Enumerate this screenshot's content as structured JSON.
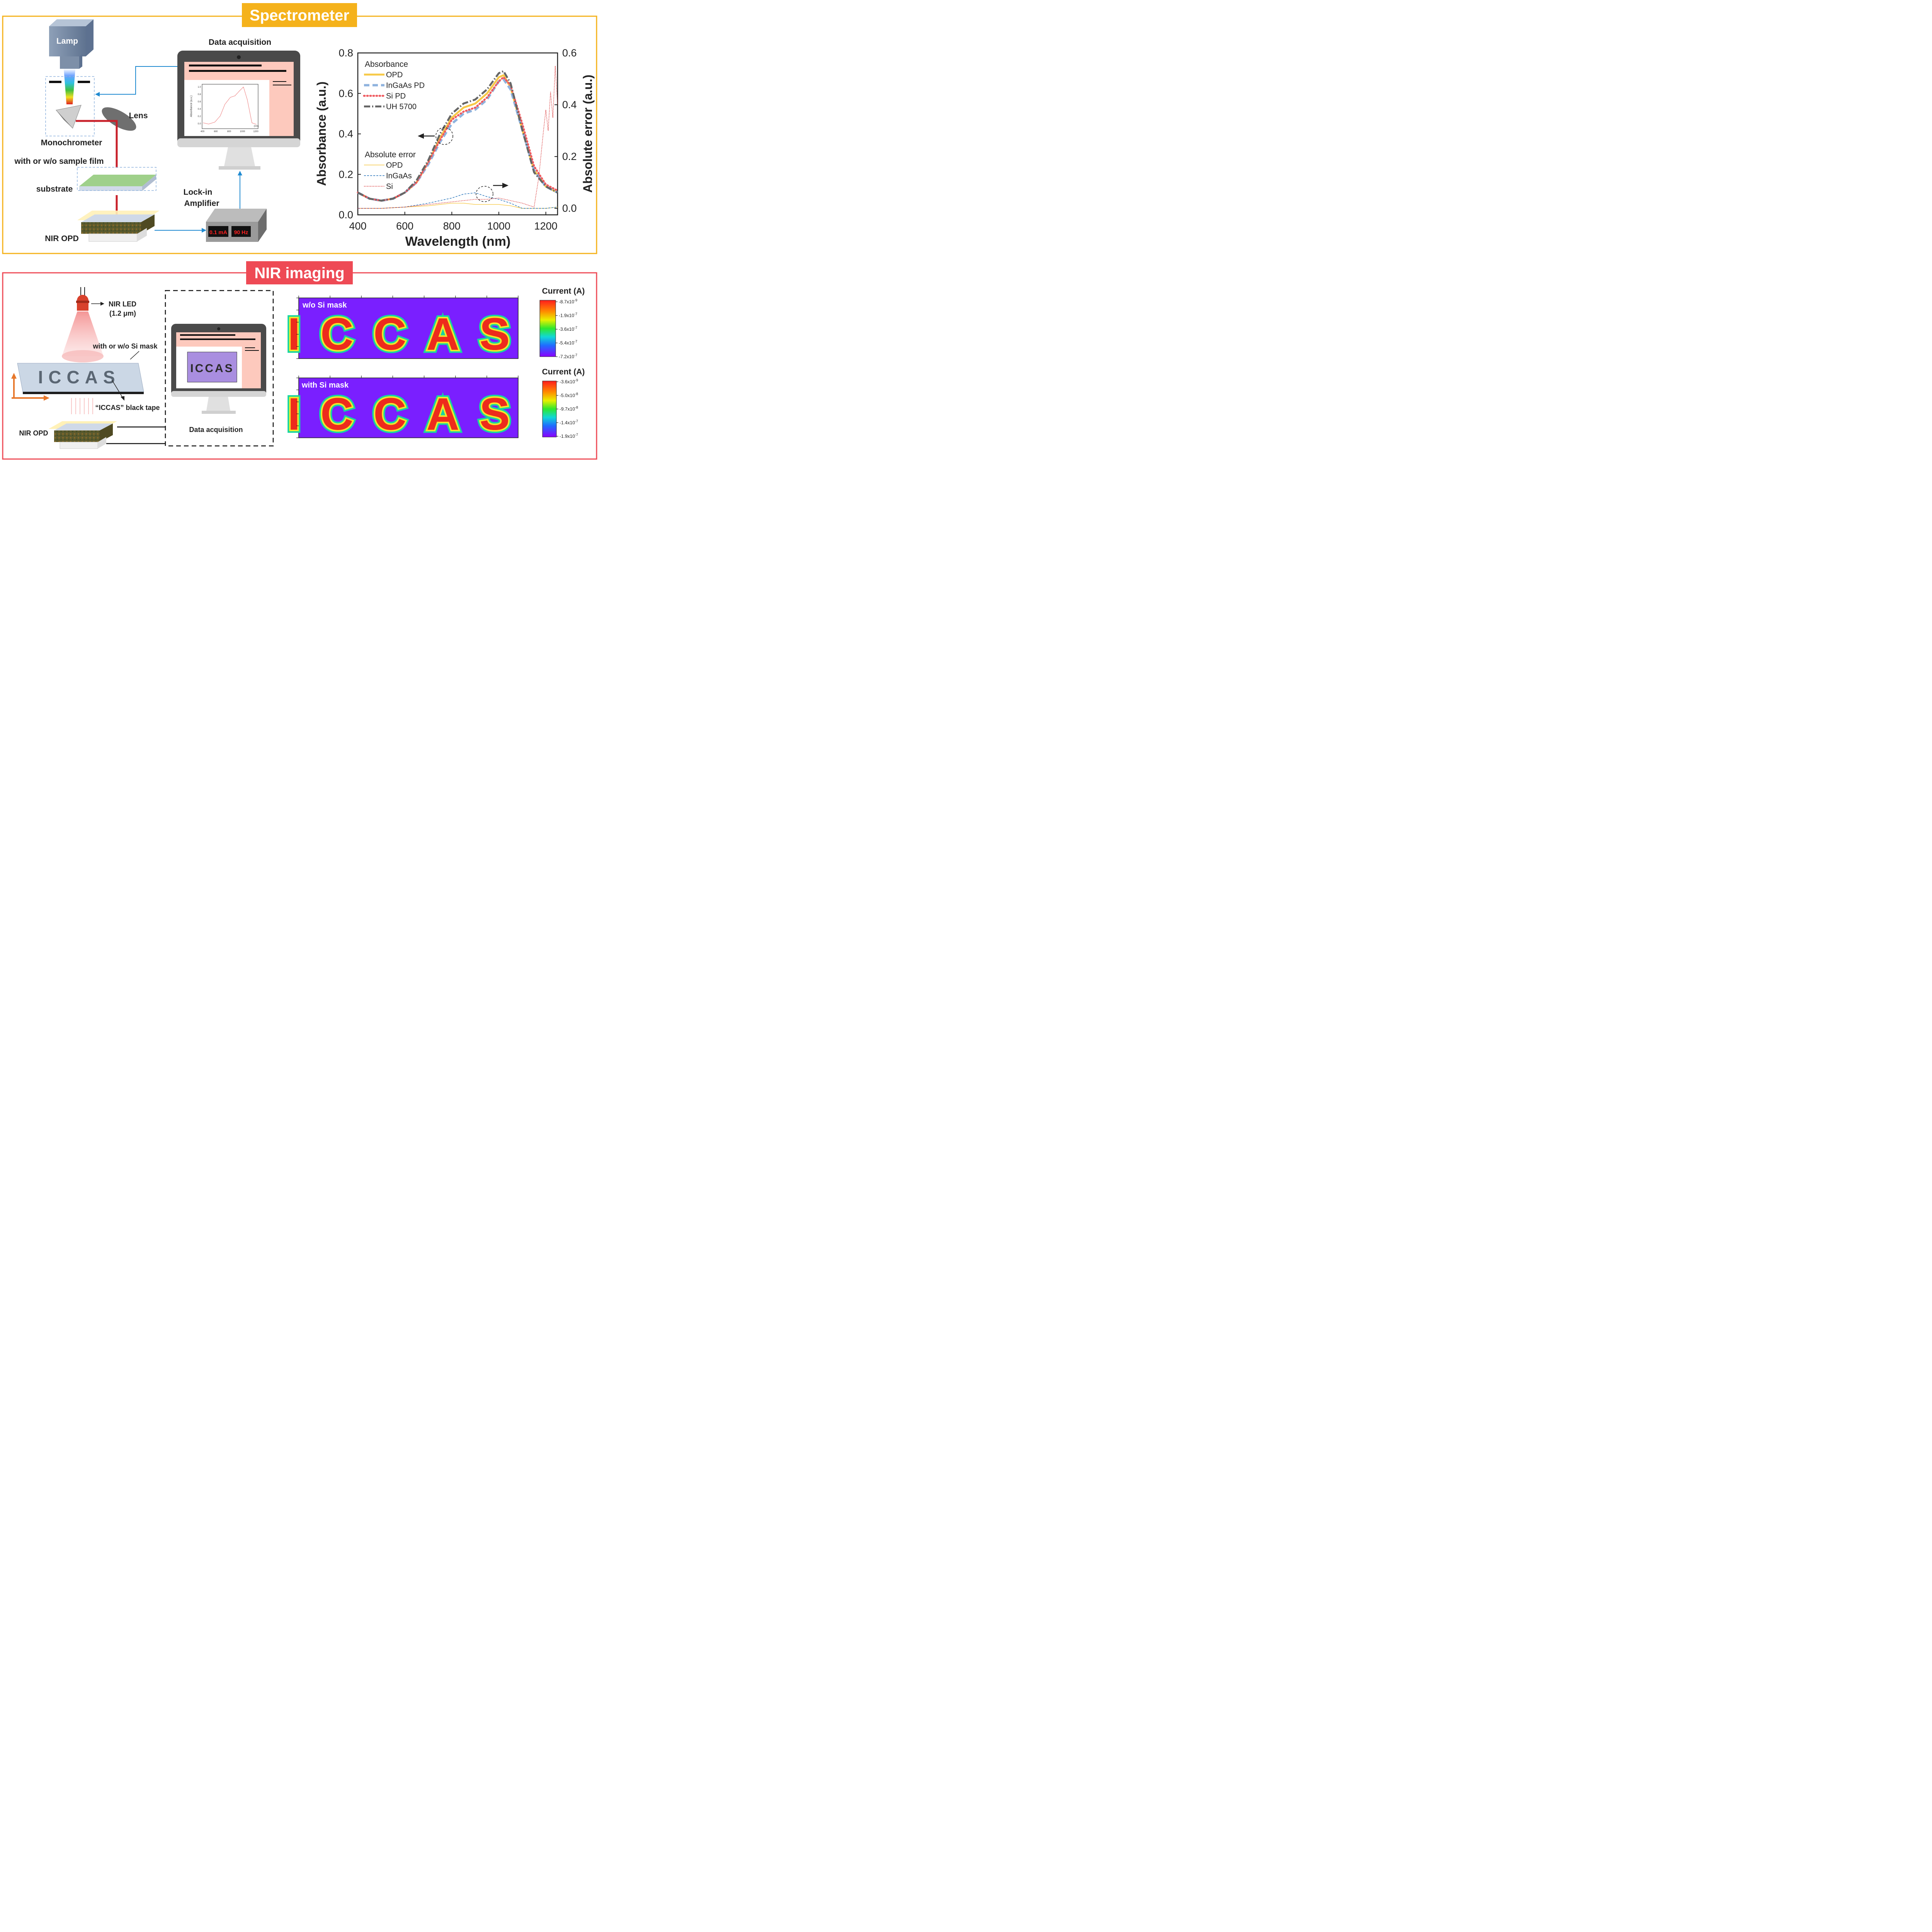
{
  "colors": {
    "spectrometer_accent": "#f5b21b",
    "imaging_accent": "#ee4a55",
    "signal_arrow": "#1f8ad1",
    "beam": "#c8202a",
    "screen_pink": "#fdc9bd",
    "opd_line": "#f7c948",
    "ingaas_line": "#8fb3de",
    "si_line": "#ef5a5f",
    "uh_line": "#666666",
    "map_background": "#7a1fff"
  },
  "icons": [
    "lamp-icon",
    "monitor-icon",
    "lens-icon",
    "prism-icon",
    "led-icon",
    "lockin-amplifier-icon",
    "opd-device-icon"
  ],
  "spectrometer": {
    "title": "Spectrometer",
    "lamp_label": "Lamp",
    "lens_label": "Lens",
    "monochromator_label": "Monochrometer",
    "sample_label": "with or w/o sample film",
    "substrate_label": "substrate",
    "opd_label": "NIR OPD",
    "data_label": "Data acquisition",
    "lockin_label_1": "Lock-in",
    "lockin_label_2": "Amplifier",
    "lockin_current": "0.1 mA",
    "lockin_freq": "90 Hz",
    "mini_chart": {
      "ylabel": "Absorbance (a.u.)",
      "xunit": "(nm)",
      "yticks": [
        "0.0",
        "0.2",
        "0.4",
        "0.6",
        "0.8",
        "1.0"
      ],
      "xticks": [
        "400",
        "600",
        "800",
        "1000",
        "1200"
      ]
    }
  },
  "chart_data": {
    "type": "line",
    "xlabel": "Wavelength (nm)",
    "ylabel": "Absorbance (a.u.)",
    "y2label": "Absolute error (a.u.)",
    "xlim": [
      400,
      1250
    ],
    "ylim": [
      0.0,
      0.8
    ],
    "y2lim": [
      -0.025,
      0.6
    ],
    "xticks": [
      "400",
      "600",
      "800",
      "1000",
      "1200"
    ],
    "yticks": [
      "0.0",
      "0.2",
      "0.4",
      "0.6",
      "0.8"
    ],
    "y2ticks": [
      "0.0",
      "0.2",
      "0.4",
      "0.6"
    ],
    "legend1_title": "Absorbance",
    "legend2_title": "Absolute error",
    "absorbance_series": [
      {
        "name": "OPD",
        "color": "#f7c948",
        "x": [
          400,
          450,
          500,
          550,
          600,
          650,
          700,
          750,
          800,
          850,
          900,
          950,
          1000,
          1020,
          1050,
          1100,
          1150,
          1200,
          1250
        ],
        "y": [
          0.11,
          0.08,
          0.07,
          0.08,
          0.11,
          0.16,
          0.26,
          0.38,
          0.48,
          0.53,
          0.55,
          0.6,
          0.68,
          0.69,
          0.63,
          0.42,
          0.22,
          0.14,
          0.11
        ]
      },
      {
        "name": "InGaAs PD",
        "color": "#8fb3de",
        "x": [
          400,
          450,
          500,
          550,
          600,
          650,
          700,
          750,
          800,
          850,
          900,
          950,
          1000,
          1020,
          1050,
          1100,
          1150,
          1200,
          1250
        ],
        "y": [
          0.11,
          0.08,
          0.07,
          0.08,
          0.11,
          0.16,
          0.25,
          0.36,
          0.45,
          0.5,
          0.52,
          0.57,
          0.66,
          0.67,
          0.62,
          0.42,
          0.22,
          0.14,
          0.11
        ]
      },
      {
        "name": "Si PD",
        "color": "#ef5a5f",
        "x": [
          400,
          450,
          500,
          550,
          600,
          650,
          700,
          750,
          800,
          850,
          900,
          950,
          1000,
          1020,
          1050,
          1100,
          1150,
          1200,
          1250
        ],
        "y": [
          0.11,
          0.08,
          0.07,
          0.08,
          0.11,
          0.16,
          0.26,
          0.37,
          0.47,
          0.51,
          0.53,
          0.58,
          0.66,
          0.68,
          0.64,
          0.45,
          0.24,
          0.15,
          0.12
        ]
      },
      {
        "name": "UH 5700",
        "color": "#666666",
        "x": [
          400,
          450,
          500,
          550,
          600,
          650,
          700,
          750,
          800,
          850,
          900,
          950,
          1000,
          1020,
          1050,
          1100,
          1150,
          1200,
          1250
        ],
        "y": [
          0.11,
          0.08,
          0.07,
          0.08,
          0.11,
          0.17,
          0.27,
          0.4,
          0.5,
          0.55,
          0.57,
          0.62,
          0.7,
          0.71,
          0.65,
          0.42,
          0.21,
          0.14,
          0.11
        ]
      }
    ],
    "error_series": [
      {
        "name": "OPD",
        "color": "#f7c948",
        "x": [
          400,
          500,
          600,
          700,
          800,
          850,
          900,
          950,
          1000,
          1050,
          1100,
          1150,
          1200,
          1250
        ],
        "y": [
          0.0,
          0.0,
          0.005,
          0.01,
          0.02,
          0.02,
          0.015,
          0.015,
          0.015,
          0.01,
          0.0,
          0.0,
          0.0,
          0.005
        ]
      },
      {
        "name": "InGaAs",
        "color": "#1f6fb8",
        "x": [
          400,
          500,
          600,
          700,
          800,
          850,
          900,
          950,
          1000,
          1050,
          1100,
          1150,
          1200,
          1250
        ],
        "y": [
          0.0,
          0.0,
          0.005,
          0.02,
          0.04,
          0.055,
          0.06,
          0.045,
          0.035,
          0.02,
          0.0,
          0.0,
          0.0,
          0.005
        ]
      },
      {
        "name": "Si",
        "color": "#d62728",
        "x": [
          400,
          500,
          600,
          700,
          800,
          850,
          900,
          950,
          1000,
          1050,
          1100,
          1150,
          1170,
          1190,
          1200,
          1210,
          1220,
          1230,
          1240,
          1250
        ],
        "y": [
          0.0,
          0.0,
          0.005,
          0.015,
          0.025,
          0.03,
          0.035,
          0.035,
          0.04,
          0.03,
          0.02,
          0.005,
          0.12,
          0.3,
          0.38,
          0.3,
          0.45,
          0.35,
          0.55,
          0.4
        ]
      }
    ]
  },
  "imaging": {
    "title": "NIR imaging",
    "led_label_1": "NIR LED",
    "led_label_2": "(1.2 μm)",
    "mask_label": "with or w/o Si mask",
    "tape_label": "“ICCAS” black tape",
    "opd_label": "NIR OPD",
    "data_label": "Data acquisition",
    "sample_text": "ICCAS",
    "maps": [
      {
        "label": "w/o Si mask",
        "text": "ICCAS",
        "colorbar_title": "Current (A)",
        "ticks": [
          "-8.7x10-9",
          "-1.9x10-7",
          "-3.6x10-7",
          "-5.4x10-7",
          "-7.2x10-7"
        ]
      },
      {
        "label": "with Si mask",
        "text": "ICCAS",
        "colorbar_title": "Current (A)",
        "ticks": [
          "-3.6x10-9",
          "-5.0x10-8",
          "-9.7x10-8",
          "-1.4x10-7",
          "-1.9x10-7"
        ]
      }
    ]
  }
}
